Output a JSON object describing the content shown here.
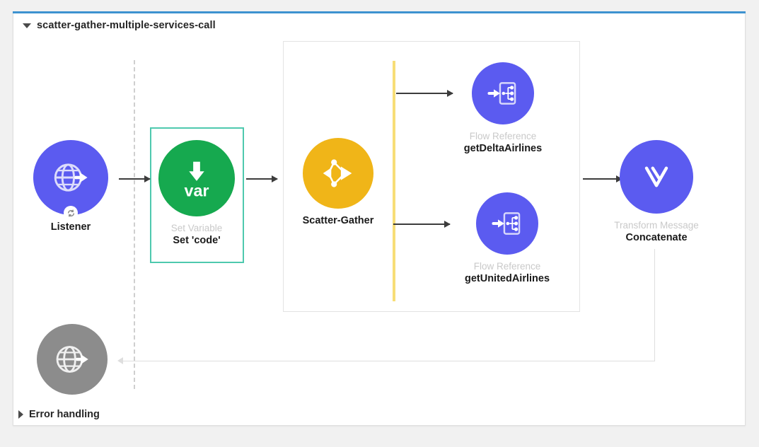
{
  "flow": {
    "title": "scatter-gather-multiple-services-call",
    "collapse_icon": "triangle-down-icon"
  },
  "error_handling": {
    "label": "Error handling",
    "expand_icon": "triangle-right-icon"
  },
  "colors": {
    "accent_bar": "#3d92d0",
    "listener_blue": "#5b5bf0",
    "setvar_green": "#16a94f",
    "scatter_yellow": "#f0b518",
    "flowref_blue": "#5b5bf0",
    "transform_blue": "#5b5bf0",
    "error_gray": "#8c8c8c",
    "selection_green": "#4ec9ae",
    "yellow_route_bar": "#f7de77",
    "type_label_gray": "#c9c9c9"
  },
  "nodes": {
    "listener": {
      "type": "",
      "label": "Listener",
      "icon": "http-globe-icon",
      "color": "#5b5bf0"
    },
    "set_variable": {
      "type": "Set Variable",
      "label": "Set 'code'",
      "icon": "var-arrow-down-icon",
      "icon_text": "var",
      "color": "#16a94f",
      "selected": true
    },
    "scatter_gather": {
      "type": "",
      "label": "Scatter-Gather",
      "icon": "scatter-gather-icon",
      "color": "#f0b518"
    },
    "flow_ref_delta": {
      "type": "Flow Reference",
      "label": "getDeltaAirlines",
      "icon": "flow-reference-icon",
      "color": "#5b5bf0"
    },
    "flow_ref_united": {
      "type": "Flow Reference",
      "label": "getUnitedAirlines",
      "icon": "flow-reference-icon",
      "color": "#5b5bf0"
    },
    "transform_message": {
      "type": "Transform Message",
      "label": "Concatenate",
      "icon": "dataweave-icon",
      "color": "#5b5bf0"
    },
    "error_listener": {
      "type": "",
      "label": "",
      "icon": "http-globe-icon",
      "color": "#8c8c8c"
    }
  }
}
